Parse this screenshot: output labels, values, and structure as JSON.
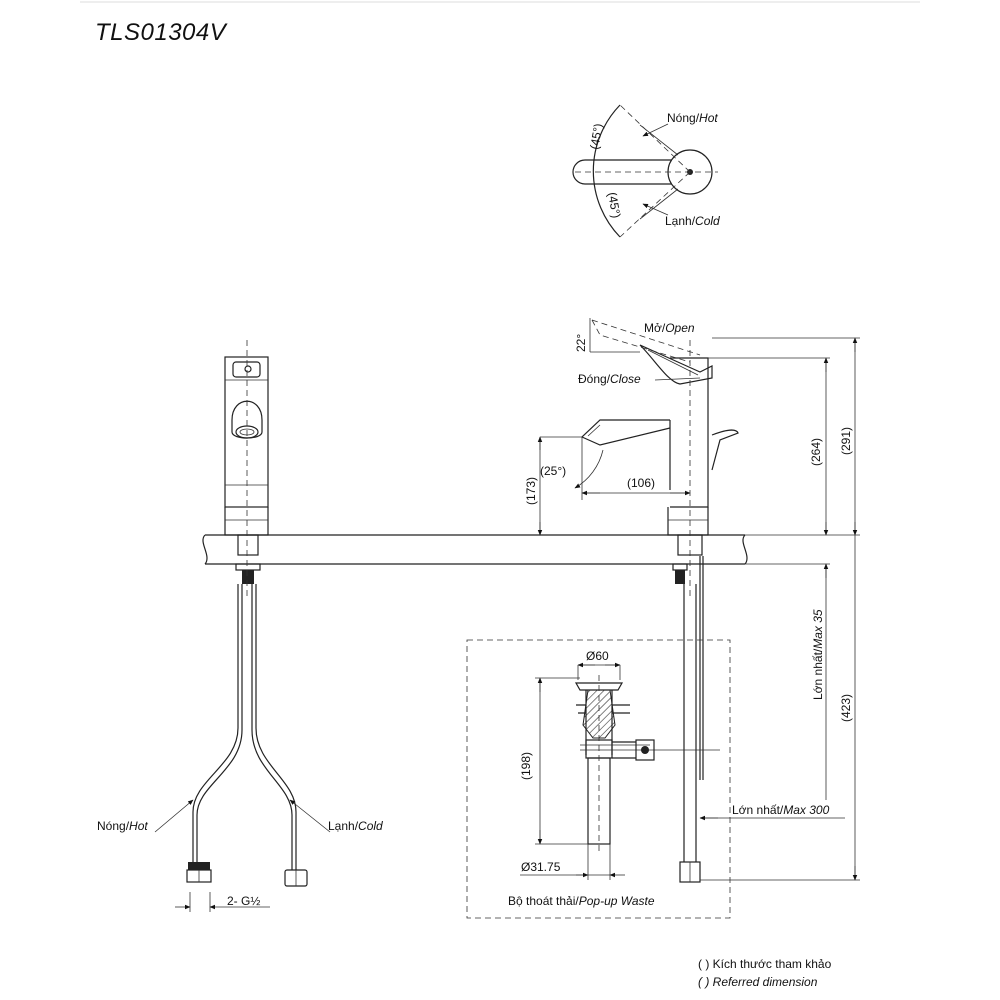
{
  "title": "TLS01304V",
  "handle_top_view": {
    "angle_hot": "(45°)",
    "angle_cold": "(45°)",
    "hot_label_vi": "Nóng/",
    "hot_label_en": "Hot",
    "cold_label_vi": "Lạnh/",
    "cold_label_en": "Cold"
  },
  "side_view": {
    "open_label_vi": "Mở/",
    "open_label_en": "Open",
    "close_label_vi": "Đóng/",
    "close_label_en": "Close",
    "lever_angle": "22°",
    "spout_angle": "(25°)",
    "spout_height": "(173)",
    "spout_reach": "(106)",
    "body_height": "(264)",
    "total_height": "(291)",
    "under_length": "(423)",
    "max_thickness_vi": "Lớn nhất/",
    "max_thickness_en": "Max 35",
    "max_hose_vi": "Lớn nhất/",
    "max_hose_en": "Max 300"
  },
  "front_view": {
    "hot_label_vi": "Nóng/",
    "hot_label_en": "Hot",
    "cold_label_vi": "Lạnh/",
    "cold_label_en": "Cold",
    "thread": "2- G½"
  },
  "popup_waste": {
    "diameter_top": "Ø60",
    "diameter_bottom": "Ø31.75",
    "height": "(198)",
    "label_vi": "Bộ thoát thải/",
    "label_en": "Pop-up Waste"
  },
  "legend": {
    "line1": "( )  Kích thước tham khảo",
    "line2": "( )  Referred dimension"
  }
}
